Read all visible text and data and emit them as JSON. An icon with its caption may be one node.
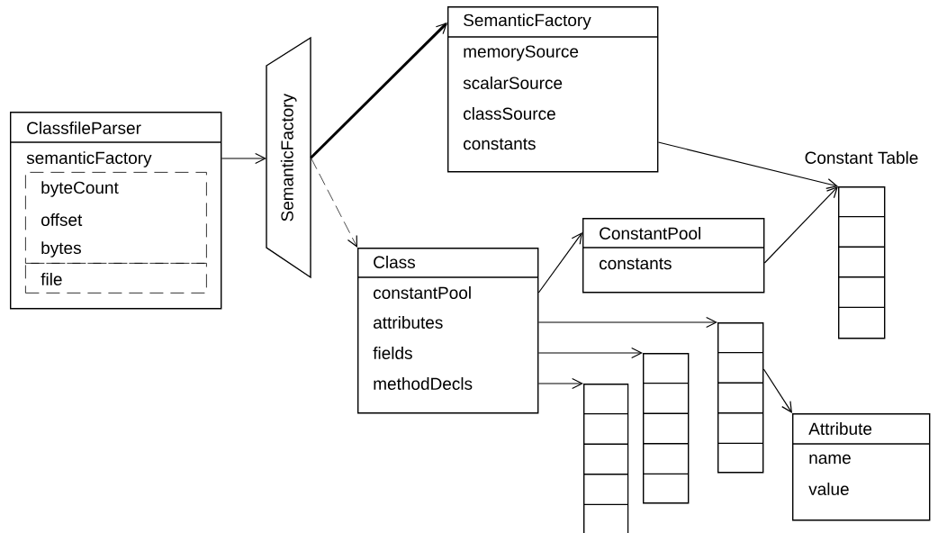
{
  "diagram": {
    "nodes": [
      {
        "text": [
          "ClassfileParser",
          "semanticFactory"
        ]
      },
      {
        "text": [
          "byteCount",
          "offset",
          "bytes"
        ],
        "in": 0
      },
      {
        "text": [
          "file"
        ],
        "in": 0
      },
      {
        "text": [
          "SemanticFactory"
        ]
      },
      {
        "text": [
          "SemanticFactory",
          "memorySource",
          "scalarSource",
          "classSource",
          "constants"
        ]
      },
      {
        "text": [
          "Class",
          "constantPool",
          "attributes",
          "fields",
          "methodDecls"
        ]
      },
      {
        "text": [
          "ConstantPool",
          "constants"
        ]
      },
      {
        "text": [
          "Constant Table"
        ]
      },
      {
        "text": [],
        "shape": "box"
      },
      {
        "text": [],
        "shape": "box"
      },
      {
        "text": [],
        "shape": "box"
      },
      {
        "text": [
          "Attribute",
          "name",
          "value"
        ]
      }
    ],
    "edges": [
      {
        "from": 0,
        "to": 3,
        "arrow": "to"
      },
      {
        "from": 3,
        "to": 4,
        "arrow": "to",
        "style": "thick"
      },
      {
        "from": 3,
        "to": 5,
        "arrow": "to",
        "style": "dashed"
      },
      {
        "from": 4,
        "to": 7,
        "arrow": "to"
      },
      {
        "from": 5,
        "to": 6,
        "arrow": "to"
      },
      {
        "from": 6,
        "to": 7,
        "arrow": "to"
      },
      {
        "from": 5,
        "to": 10,
        "arrow": "to"
      },
      {
        "from": 5,
        "to": 9,
        "arrow": "to"
      },
      {
        "from": 5,
        "to": 8,
        "arrow": "to"
      },
      {
        "from": 10,
        "to": 11,
        "arrow": "to"
      }
    ]
  }
}
